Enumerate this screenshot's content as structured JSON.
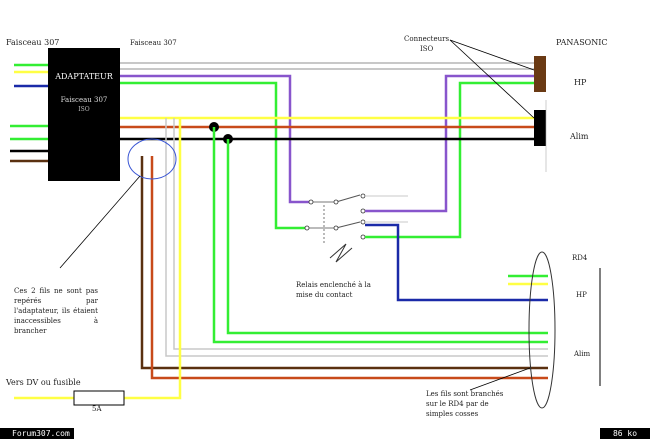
{
  "labels": {
    "faisceau_307_left": "Faisceau 307",
    "faisceau_top": "Faisceau 307",
    "connecteurs": "Connecteurs",
    "connecteurs_sub": "ISO",
    "panasonic": "PANASONIC",
    "hp": "HP",
    "alim": "Alim",
    "rd4": "RD4",
    "hp_right": "HP",
    "alim_right": "Alim",
    "relais": "Relais enclenché à la mise du contact",
    "note_left": "Ces 2 fils ne sont pas repérés par l'adaptateur, ils étaient inaccessibles à brancher",
    "note_right": "Les fils sont branchés sur le RD4 par de simples cosses",
    "ver_plus": "Vers DV ou fusible",
    "fuse": "5A"
  },
  "adaptateur": {
    "title": "ADAPTATEUR",
    "sub": "Faisceau 307",
    "sub2": "ISO"
  },
  "footer": {
    "left": "Forum307.com",
    "right": "86 ko"
  },
  "colors": {
    "green": "#33ee33",
    "yellow": "#ffff44",
    "blue": "#1a2aa8",
    "purple": "#8855cc",
    "red": "#c84a1a",
    "brown": "#5a3010",
    "black": "#000000",
    "gray": "#c8c8c8",
    "connector_brown": "#6a3a14"
  }
}
